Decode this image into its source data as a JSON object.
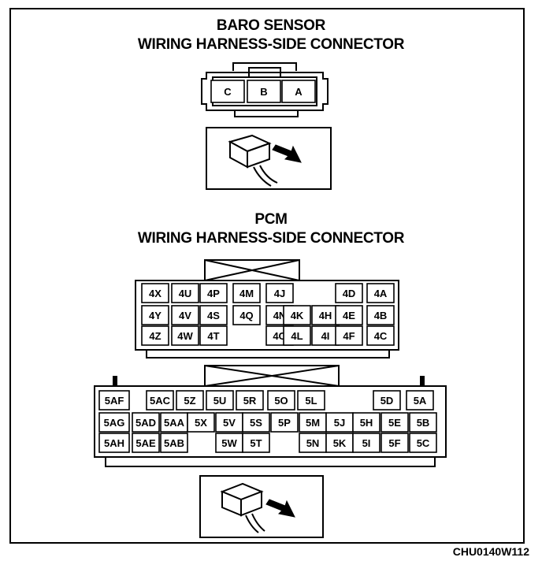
{
  "baro": {
    "title_line1": "BARO SENSOR",
    "title_line2": "WIRING HARNESS-SIDE CONNECTOR",
    "pins": [
      "C",
      "B",
      "A"
    ]
  },
  "pcm": {
    "title_line1": "PCM",
    "title_line2": "WIRING HARNESS-SIDE CONNECTOR",
    "connector4": [
      [
        "4X",
        "4U",
        "4P",
        "4M",
        "4J",
        "",
        "",
        "4D",
        "4A"
      ],
      [
        "4Y",
        "4V",
        "4S",
        "4Q",
        "4N",
        "4K",
        "4H",
        "4E",
        "4B"
      ],
      [
        "4Z",
        "4W",
        "4T",
        "",
        "4O",
        "4L",
        "4I",
        "4F",
        "4C"
      ]
    ],
    "connector5": [
      [
        "5AF",
        "",
        "5AC",
        "5Z",
        "5U",
        "5R",
        "5O",
        "5L",
        "",
        "",
        "5D",
        "5A"
      ],
      [
        "5AG",
        "5AD",
        "5AA",
        "5X",
        "5V",
        "5S",
        "5P",
        "5M",
        "5J",
        "5H",
        "5E",
        "5B"
      ],
      [
        "5AH",
        "5AE",
        "5AB",
        "",
        "5W",
        "5T",
        "",
        "5N",
        "5K",
        "5I",
        "5F",
        "5C"
      ]
    ]
  },
  "figure_code": "CHU0140W112"
}
